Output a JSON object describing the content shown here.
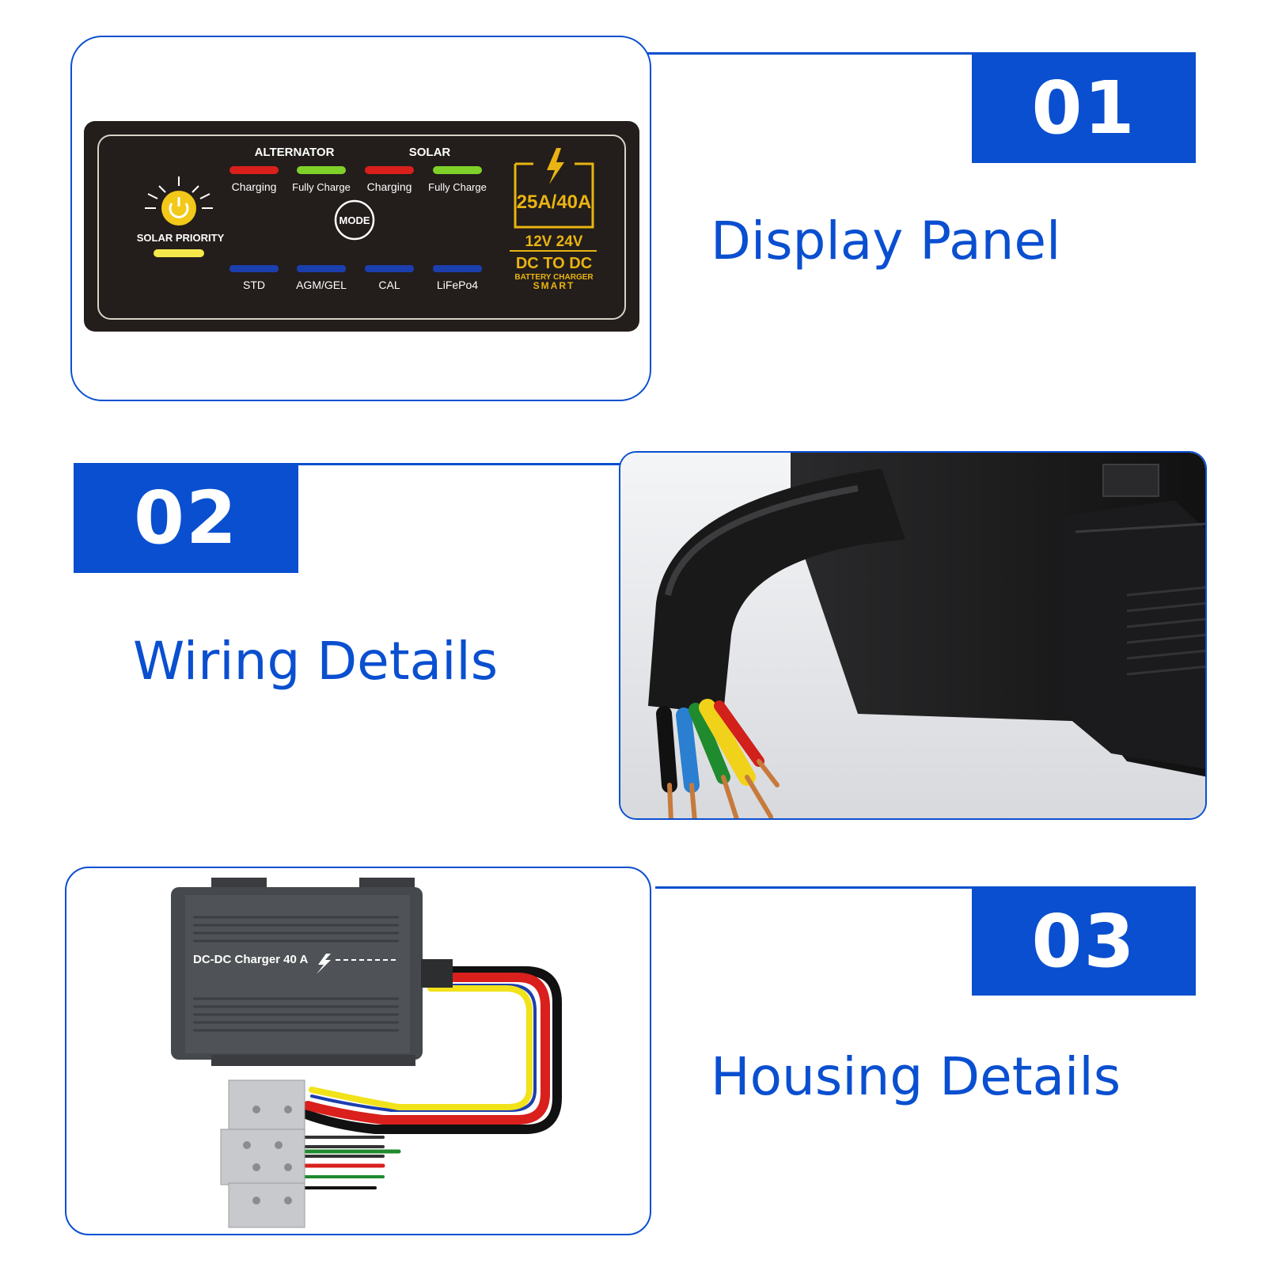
{
  "sections": [
    {
      "number": "01",
      "title": "Display Panel"
    },
    {
      "number": "02",
      "title": "Wiring Details"
    },
    {
      "number": "03",
      "title": "Housing Details"
    }
  ],
  "panel": {
    "alternator_heading": "ALTERNATOR",
    "solar_heading": "SOLAR",
    "charging_label": "Charging",
    "fully_charge_label": "Fully Charge",
    "solar_priority": "SOLAR PRIORITY",
    "mode_button": "MODE",
    "modes": [
      "STD",
      "AGM/GEL",
      "CAL",
      "LiFePo4"
    ],
    "rating": "25A/40A",
    "voltage": "12V 24V",
    "dc_to_dc": "DC TO DC",
    "battery_charger": "BATTERY CHARGER",
    "smart": "SMART"
  },
  "housing": {
    "device_label": "DC-DC Charger 40 A"
  },
  "colors": {
    "accent": "#0a4fd0",
    "panel_bg": "#231d1b",
    "gold": "#e8b412",
    "led_red": "#d9201c",
    "led_green": "#7fd12a",
    "led_blue": "#1c3fae",
    "led_yellow": "#f5e84a"
  }
}
